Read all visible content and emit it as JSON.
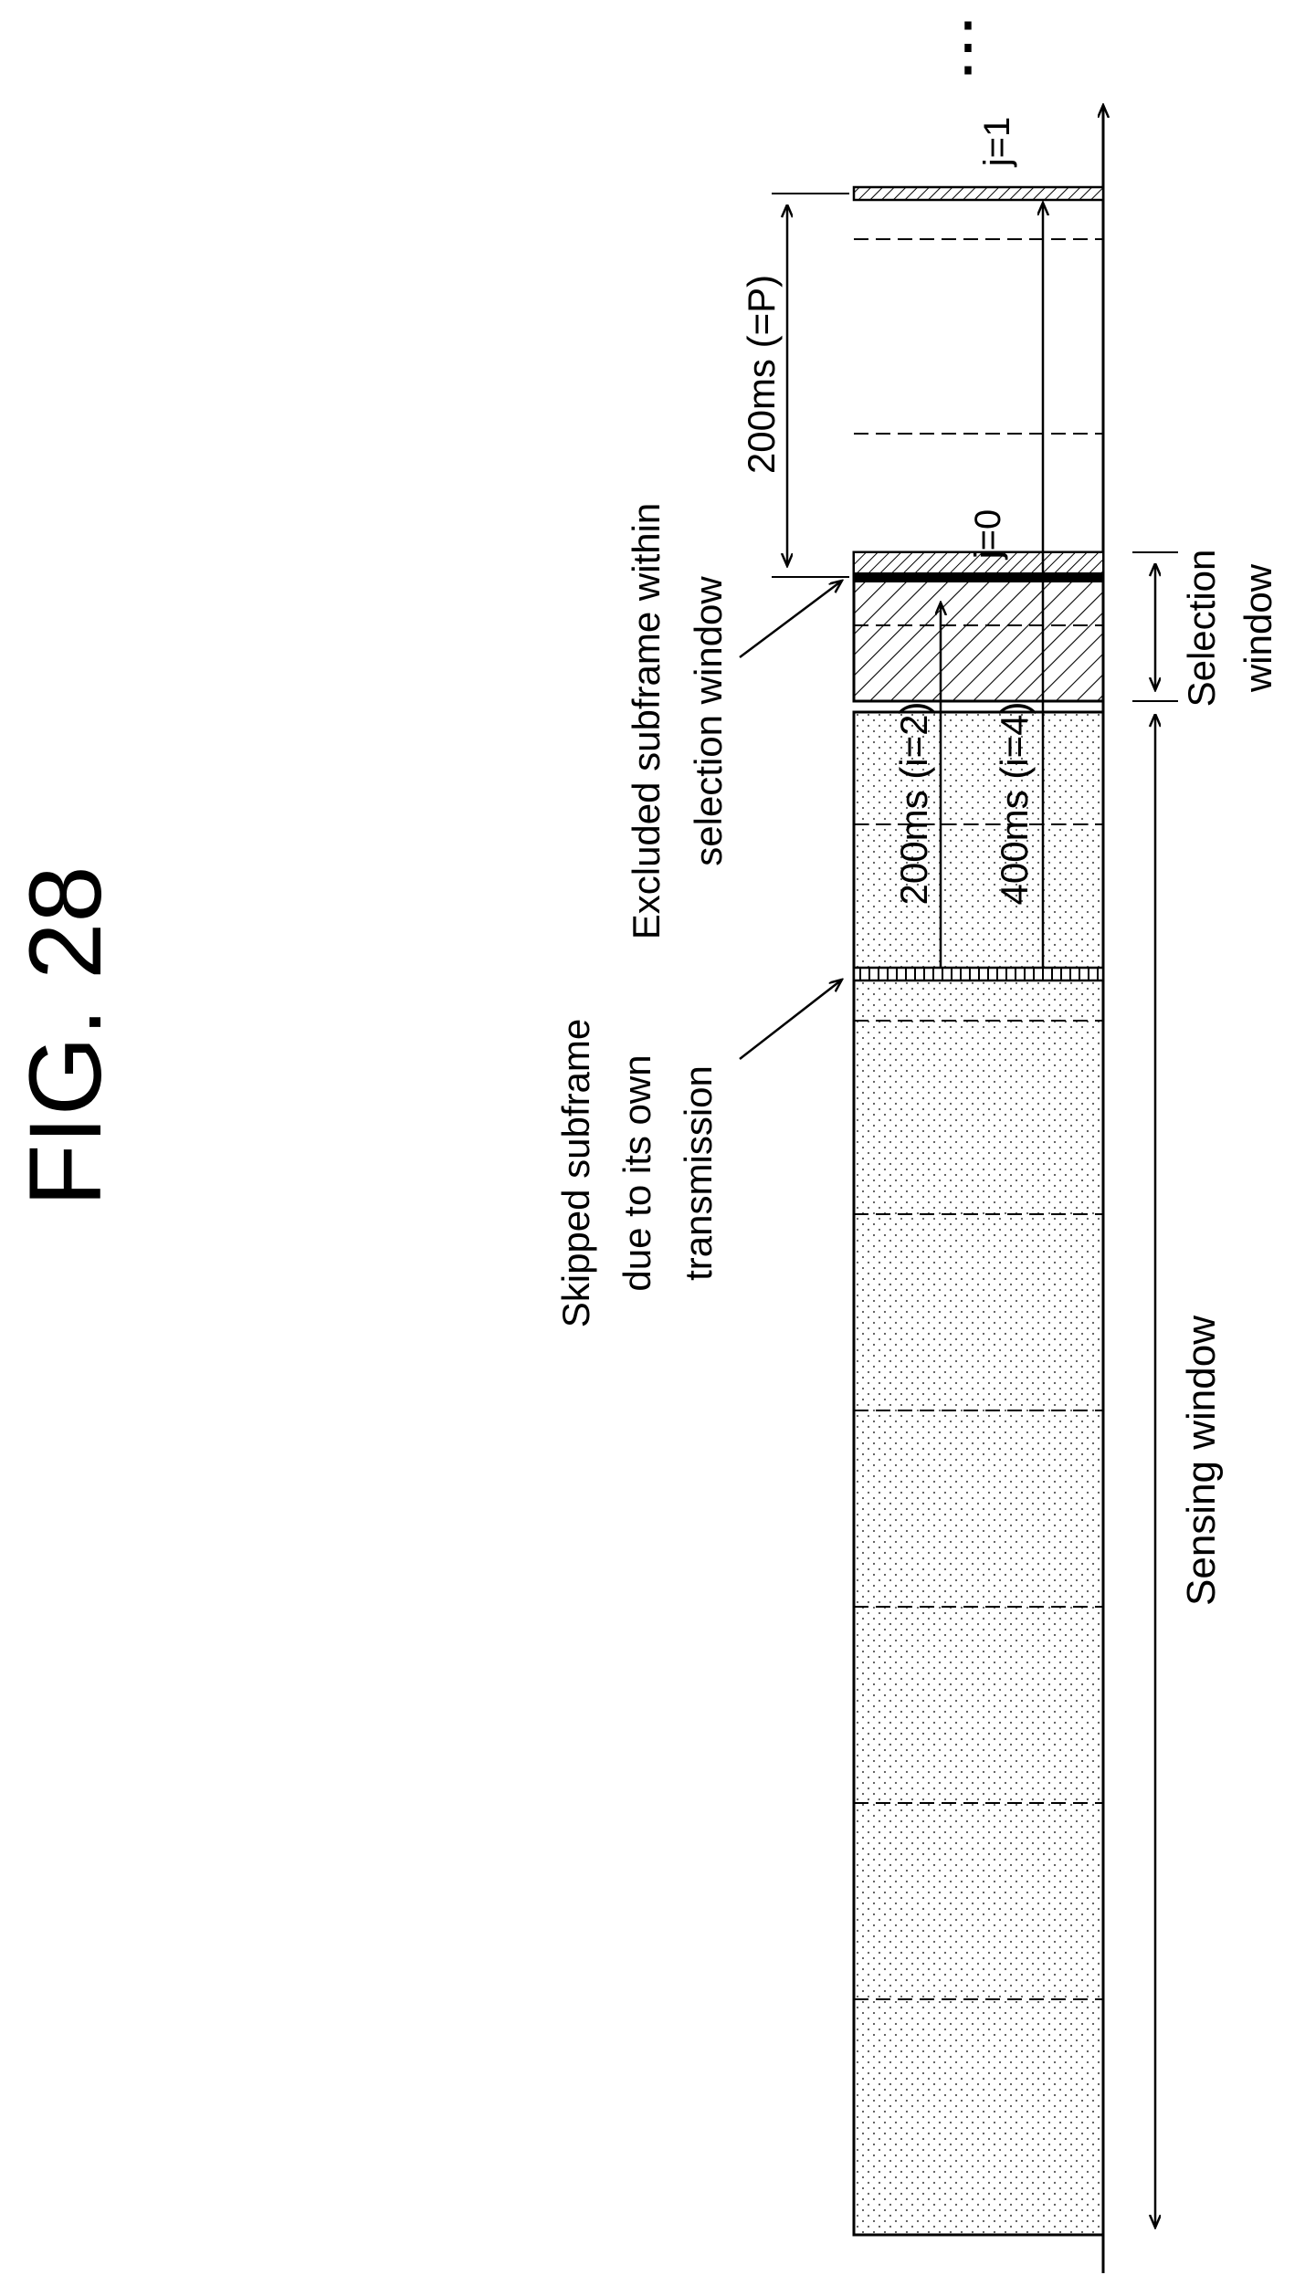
{
  "figure": {
    "title": "FIG. 28"
  },
  "labels": {
    "skipped": [
      "Skipped subframe",
      "due to its own",
      "transmission"
    ],
    "excluded": [
      "Excluded subframe within",
      "selection window"
    ],
    "sensing_window": "Sensing window",
    "selection_window": [
      "Selection",
      "window"
    ],
    "period": "200ms (=P)",
    "j0": "j=0",
    "j1": "j=1",
    "i2": "200ms (i=2)",
    "i4": "400ms (i=4)",
    "ellipsis": "⋮"
  },
  "colors": {
    "line": "#000000",
    "background": "#ffffff"
  }
}
